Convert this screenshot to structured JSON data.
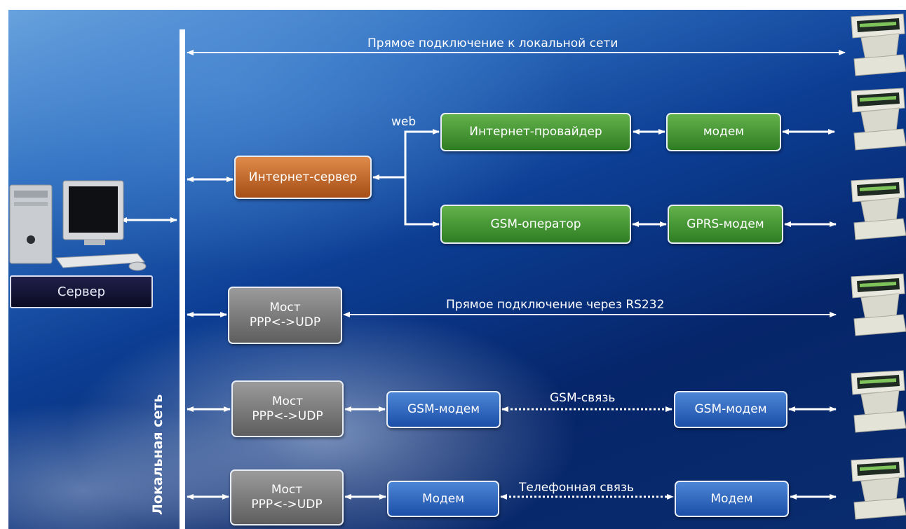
{
  "server": {
    "label": "Сервер",
    "icon": "server-computer-icon"
  },
  "network": {
    "label": "Локальная сеть"
  },
  "lines": {
    "direct_lan": "Прямое подключение к локальной сети",
    "direct_rs232": "Прямое подключение через RS232",
    "web": "web",
    "gsm_link": "GSM-связь",
    "phone_link": "Телефонная связь"
  },
  "boxes": {
    "internet_server": "Интернет-сервер",
    "isp": "Интернет-провайдер",
    "modem_web": "модем",
    "gsm_operator": "GSM-оператор",
    "gprs_modem": "GPRS-модем",
    "bridge": "Мост\nPPP<->UDP",
    "gsm_modem": "GSM-модем",
    "modem": "Модем"
  },
  "device_icon": "metering-terminal-icon",
  "colors": {
    "green": "#2f7d22",
    "orange": "#a64e16",
    "gray": "#5e5e5e",
    "blue": "#1b4fa8",
    "arrow": "#ffffff"
  }
}
